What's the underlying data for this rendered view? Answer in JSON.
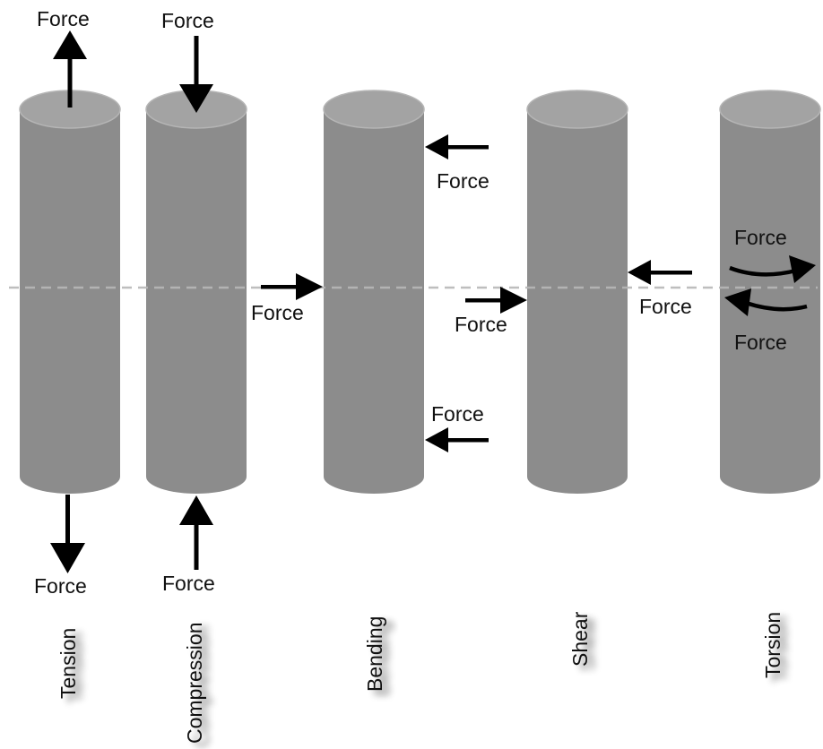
{
  "colors": {
    "cylinder_body": "#8c8c8c",
    "cylinder_top": "#a3a3a3",
    "cylinder_edge": "#b5b5b5",
    "arrow": "#000000",
    "center_line": "#b8b8b8",
    "text": "#111111"
  },
  "force_label": "Force",
  "stress_types": [
    {
      "name": "Tension"
    },
    {
      "name": "Compression"
    },
    {
      "name": "Bending"
    },
    {
      "name": "Shear"
    },
    {
      "name": "Torsion"
    }
  ]
}
